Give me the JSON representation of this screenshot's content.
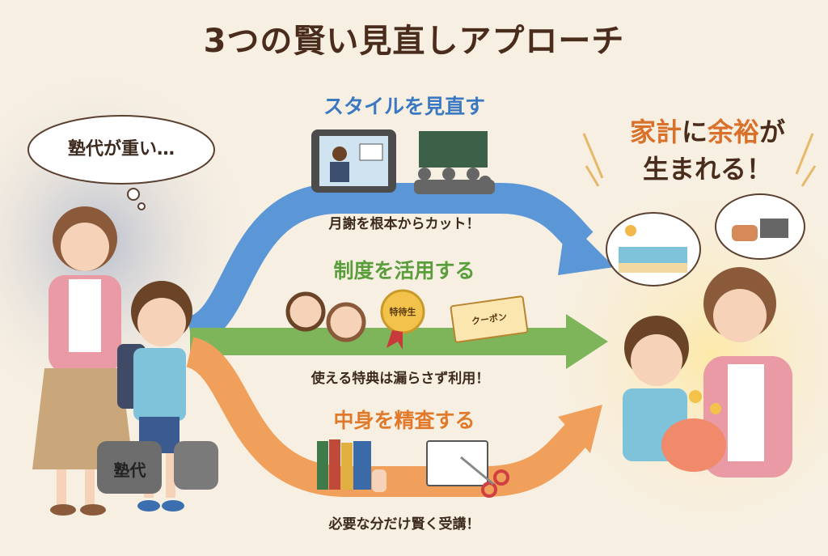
{
  "title": "3つの賢い見直しアプローチ",
  "thought_bubble": "塾代が重い…",
  "bag_label": "塾代",
  "approaches": [
    {
      "heading": "スタイルを見直す",
      "caption": "月謝を根本からカット！",
      "color": "#3a78c2"
    },
    {
      "heading": "制度を活用する",
      "caption": "使える特典は漏らさず利用！",
      "color": "#5a9e3c",
      "badge": "特待生",
      "coupon": "クーポン"
    },
    {
      "heading": "中身を精査する",
      "caption": "必要な分だけ賢く受講！",
      "color": "#e07a2a"
    }
  ],
  "result": {
    "part1": "家計",
    "part2": "に",
    "part3": "余裕",
    "part4": "が",
    "line2": "生まれる！"
  }
}
